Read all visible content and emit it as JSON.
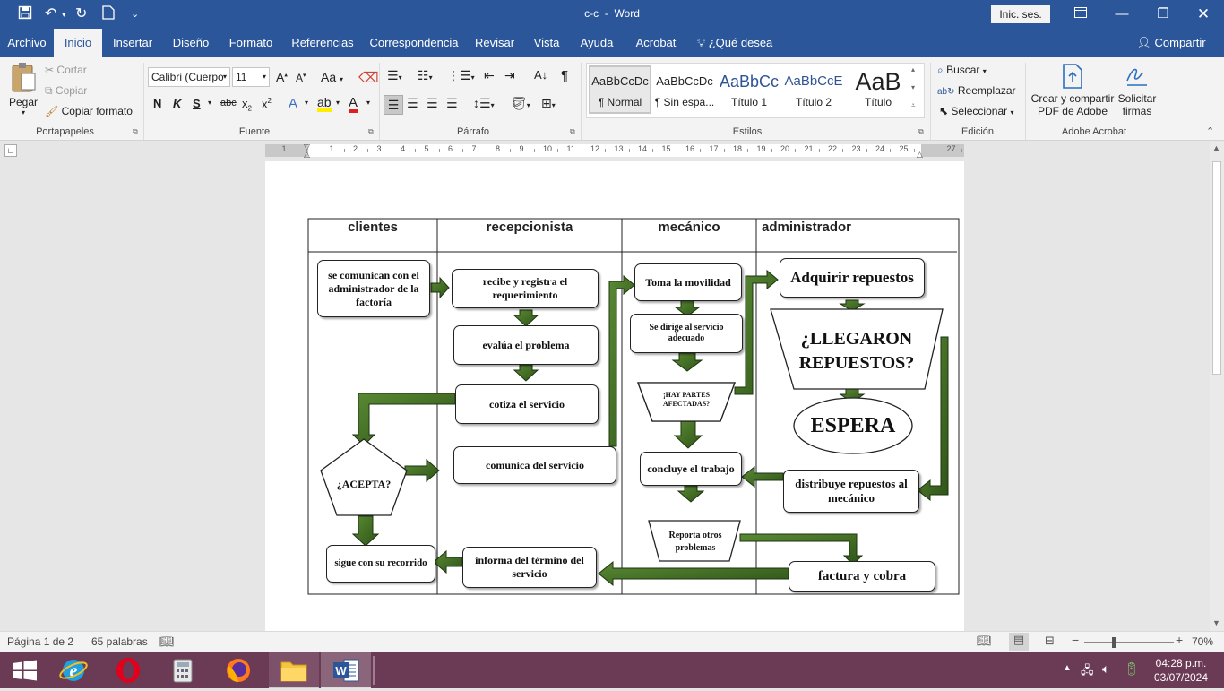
{
  "titlebar": {
    "doc": "c-c",
    "sep": "-",
    "app": "Word",
    "signin": "Inic. ses."
  },
  "tabs": [
    "Archivo",
    "Inicio",
    "Insertar",
    "Diseño",
    "Formato",
    "Referencias",
    "Correspondencia",
    "Revisar",
    "Vista",
    "Ayuda",
    "Acrobat"
  ],
  "tell_me": "¿Qué desea hacer?",
  "share": "Compartir",
  "clipboard": {
    "paste": "Pegar",
    "cut": "Cortar",
    "copy": "Copiar",
    "format_painter": "Copiar formato",
    "label": "Portapapeles"
  },
  "font": {
    "name": "Calibri (Cuerpo",
    "size": "11",
    "label": "Fuente",
    "bold": "N",
    "italic": "K",
    "underline": "S"
  },
  "paragraph": {
    "label": "Párrafo"
  },
  "styles": {
    "label": "Estilos",
    "items": [
      {
        "preview": "AaBbCcDc",
        "name": "¶ Normal"
      },
      {
        "preview": "AaBbCcDc",
        "name": "¶ Sin espa..."
      },
      {
        "preview": "AaBbCc",
        "name": "Título 1"
      },
      {
        "preview": "AaBbCcE",
        "name": "Título 2"
      },
      {
        "preview": "AaB",
        "name": "Título"
      }
    ]
  },
  "editing": {
    "find": "Buscar",
    "replace": "Reemplazar",
    "select": "Seleccionar",
    "label": "Edición"
  },
  "acrobat": {
    "create_line1": "Crear y compartir",
    "create_line2": "PDF de Adobe",
    "sign_line1": "Solicitar",
    "sign_line2": "firmas",
    "label": "Adobe Acrobat"
  },
  "ruler_numbers": [
    "1",
    "1",
    "2",
    "3",
    "4",
    "5",
    "6",
    "7",
    "8",
    "9",
    "10",
    "11",
    "12",
    "13",
    "14",
    "15",
    "16",
    "17",
    "18",
    "19",
    "20",
    "21",
    "22",
    "23",
    "24",
    "25",
    "27"
  ],
  "lanes": [
    "clientes",
    "recepcionista",
    "mecánico",
    "administrador"
  ],
  "flow": {
    "c1": "se comunican con el administrador de la factoría",
    "r1": "recibe y registra el requerimiento",
    "r2": "evalúa el problema",
    "r3": "cotiza el servicio",
    "c2": "¿ACEPTA?",
    "r4": "comunica del servicio",
    "c3": "sigue con su recorrido",
    "r5": "informa del término del servicio",
    "m1": "Toma la movilidad",
    "m2": "Se dirige al servicio adecuado",
    "m3": "¡HAY PARTES AFECTADAS?",
    "m4": "concluye el trabajo",
    "m5": "Reporta otros problemas",
    "a1": "Adquirir repuestos",
    "a2": "¿LLEGARON REPUESTOS?",
    "a3": "ESPERA",
    "a4": "distribuye repuestos al mecánico",
    "a5": "factura y cobra"
  },
  "status": {
    "page": "Página 1 de 2",
    "words": "65 palabras",
    "zoom": "70%"
  },
  "clock": {
    "time": "04:28 p.m.",
    "date": "03/07/2024"
  },
  "colors": {
    "word_blue": "#2b579a",
    "arrow_green": "#3f6b22",
    "taskbar": "#6b3a55"
  }
}
